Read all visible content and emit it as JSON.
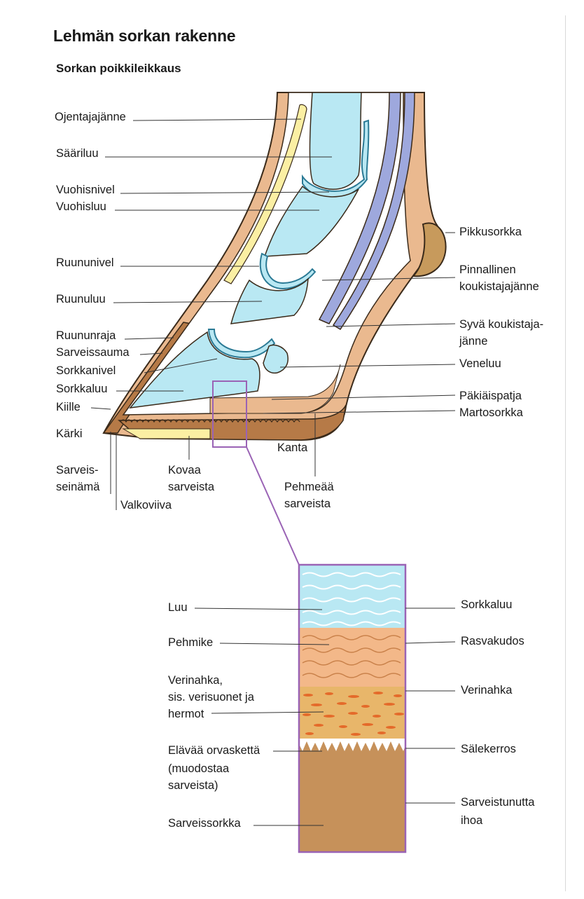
{
  "title": "Lehmän sorkan rakenne",
  "subtitle": "Sorkan poikkileikkaus",
  "colors": {
    "bone": "#b9e8f3",
    "bone_outline": "#2b7a95",
    "skin_tan": "#eab98f",
    "horn_brown": "#b67a47",
    "tendon_violet": "#9ea8dd",
    "fat_orange": "#f3b889",
    "corium": "#e0a04f",
    "horn_layer": "#c6915a",
    "frame_purple": "#9a63b5",
    "sole_yellow": "#fbefa3"
  },
  "labels": {
    "ojentajajanne": "Ojentajajänne",
    "saariluu": "Sääriluu",
    "vuohisnivel": "Vuohisnivel",
    "vuohisluu": "Vuohisluu",
    "ruununivel": "Ruununivel",
    "ruunuluu": "Ruunuluu",
    "ruununraja": "Ruununraja",
    "sarveissauma": "Sarveissauma",
    "sorkkanivel": "Sorkkanivel",
    "sorkkaluu": "Sorkkaluu",
    "kiille": "Kiille",
    "karki": "Kärki",
    "sarveisseinama_1": "Sarveis-",
    "sarveisseinama_2": "seinämä",
    "valkoviiva": "Valkoviiva",
    "kovaa_1": "Kovaa",
    "kovaa_2": "sarveista",
    "kanta": "Kanta",
    "pehmeaa_1": "Pehmeää",
    "pehmeaa_2": "sarveista",
    "pikkusorkka": "Pikkusorkka",
    "pinnallinen_1": "Pinnallinen",
    "pinnallinen_2": "koukistajajänne",
    "syva_1": "Syvä koukistaja-",
    "syva_2": "jänne",
    "veneluu": "Veneluu",
    "pakiaispatja": "Päkiäispatja",
    "martosorkka": "Martosorkka"
  },
  "detail": {
    "left": {
      "luu": "Luu",
      "pehmike": "Pehmike",
      "verinahka_1": "Verinahka,",
      "verinahka_2": "sis. verisuonet ja",
      "verinahka_3": "hermot",
      "elavaa_1": "Elävää orvaskettä",
      "elavaa_2": "(muodostaa",
      "elavaa_3": "sarveista)",
      "sarveissorkka": "Sarveissorkka"
    },
    "right": {
      "sorkkaluu": "Sorkkaluu",
      "rasvakudos": "Rasvakudos",
      "verinahka": "Verinahka",
      "salekerros": "Sälekerros",
      "sarveistunutta_1": "Sarveistunutta",
      "sarveistunutta_2": "ihoa"
    }
  }
}
